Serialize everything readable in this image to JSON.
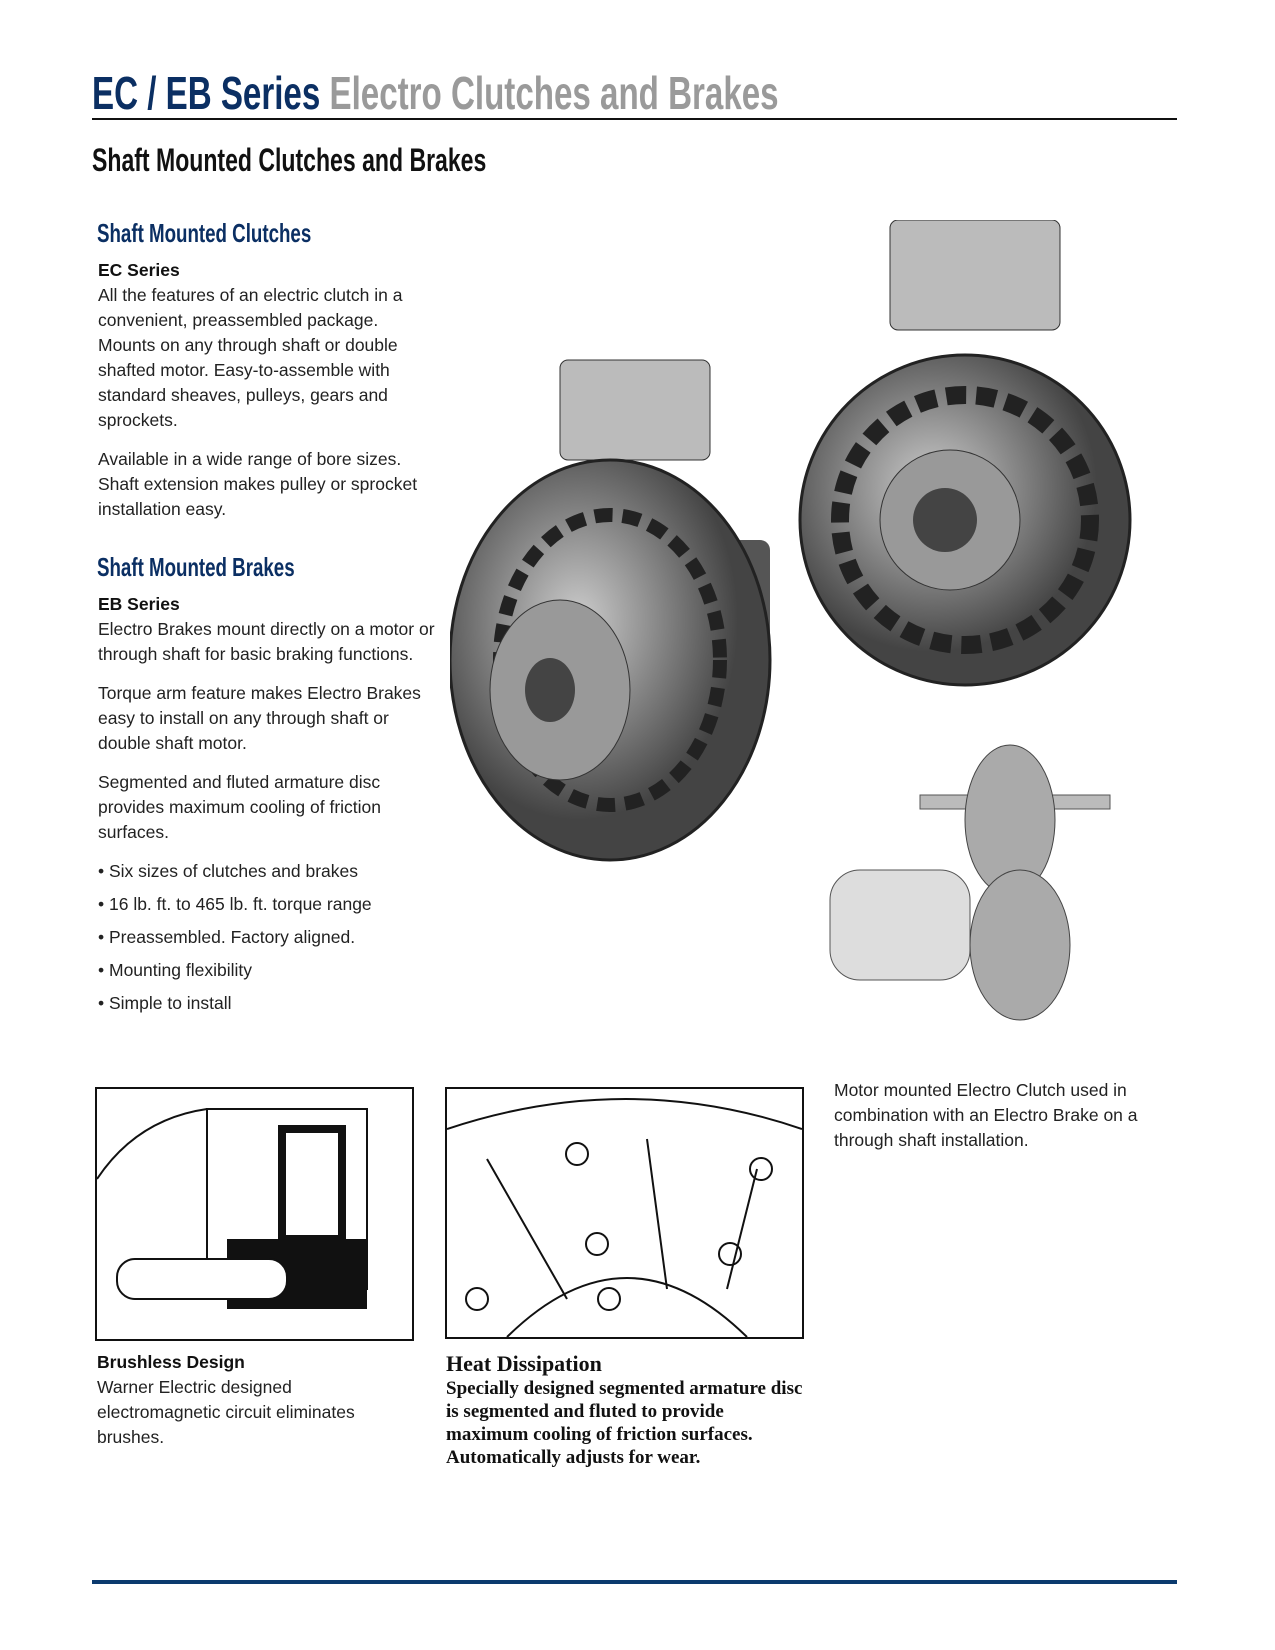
{
  "header": {
    "title_series": "EC / EB Series",
    "title_rest": "Electro Clutches and Brakes",
    "subtitle": "Shaft Mounted Clutches and Brakes"
  },
  "clutches": {
    "heading": "Shaft Mounted Clutches",
    "series": "EC Series",
    "p1": "All the features of an electric clutch in a convenient, preassembled package. Mounts on any through shaft or double shafted motor. Easy-to-assemble with standard sheaves, pulleys, gears and sprockets.",
    "p2": "Available in a wide range of bore sizes. Shaft extension makes pulley or sprocket installation easy."
  },
  "brakes": {
    "heading": "Shaft Mounted Brakes",
    "series": "EB Series",
    "p1": "Electro Brakes mount directly on a motor or through shaft for basic braking functions.",
    "p2": "Torque arm feature makes Electro Brakes easy to install on any through shaft or double shaft motor.",
    "p3": "Segmented and fluted armature disc provides maximum cooling of friction surfaces.",
    "bullets": [
      "• Six sizes of clutches and brakes",
      "• 16 lb. ft. to 465 lb. ft. torque range",
      "• Preassembled. Factory aligned.",
      "• Mounting flexibility",
      "• Simple to install"
    ]
  },
  "motor_caption": "Motor mounted Electro Clutch used in combination with an Electro Brake on a through shaft installation.",
  "brushless": {
    "title": "Brushless Design",
    "text": "Warner Electric designed electromagnetic circuit eliminates brushes."
  },
  "heat": {
    "title": "Heat Dissipation",
    "text": "Specially designed segmented armature disc is segmented and fluted to provide maximum cooling of friction surfaces. Automatically adjusts for wear."
  }
}
